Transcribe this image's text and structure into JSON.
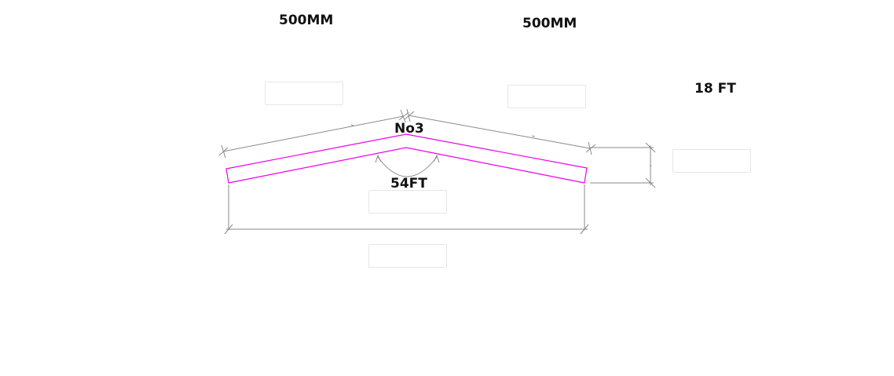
{
  "labels": {
    "left_segment_dimension": "500MM",
    "right_segment_dimension": "500MM",
    "rise_dimension": "18 FT",
    "apex_marker": "No3",
    "span_dimension": "54FT"
  },
  "inputs": {
    "left_segment_value": "",
    "right_segment_value": "",
    "rise_value": "",
    "angle_value": "",
    "span_value": ""
  },
  "colors": {
    "member_outline": "#ee00ee",
    "dimension_line": "#8a8a8a",
    "input_border": "#e6e6e6",
    "text": "#111111"
  }
}
